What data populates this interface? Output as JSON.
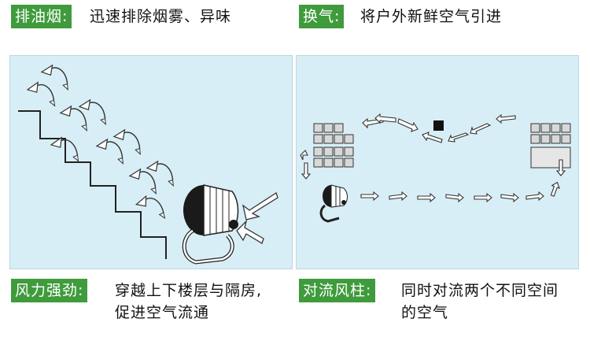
{
  "features": [
    {
      "title": "排油烟:",
      "desc": "迅速排除烟雾、异味"
    },
    {
      "title": "换气:",
      "desc": "将户外新鲜空气引进"
    },
    {
      "title": "风力强劲:",
      "desc_line1": "穿越上下楼层与隔房,",
      "desc_line2": "促进空气流通"
    },
    {
      "title": "对流风柱:",
      "desc_line1": "同时对流两个不同空间",
      "desc_line2": "的空气"
    }
  ],
  "colors": {
    "tag_bg": "#3f9b3c",
    "panel_bg": "#d8eef6"
  },
  "icons": [
    "fan-icon",
    "airflow-arrow-icon",
    "window-grid-icon"
  ]
}
